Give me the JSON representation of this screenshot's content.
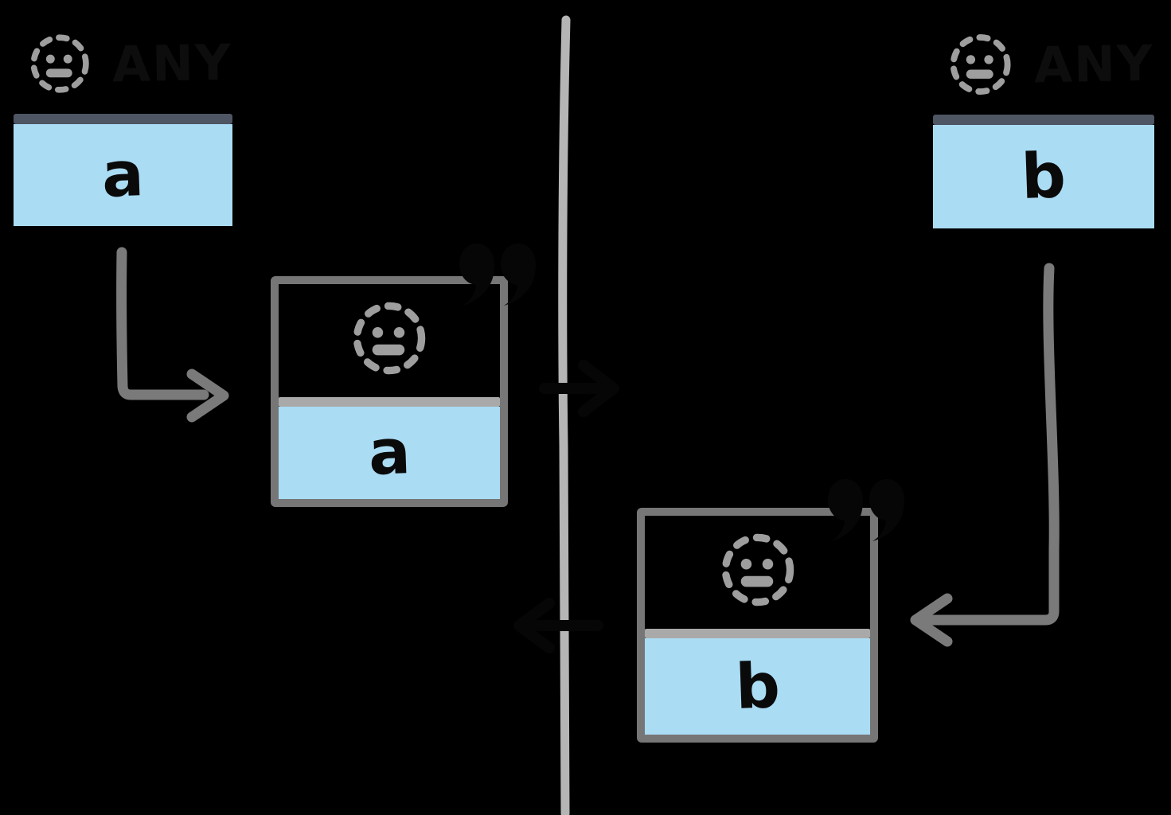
{
  "cards": {
    "left": {
      "type_label": "ANY",
      "value": "a"
    },
    "right": {
      "type_label": "ANY",
      "value": "b"
    }
  },
  "messages": {
    "left": {
      "value": "a",
      "quote_mark": "”"
    },
    "right": {
      "value": "b",
      "quote_mark": "”"
    }
  },
  "icons": {
    "face": "dashed-smiley-face",
    "quote": "heavy-double-quote"
  },
  "colors": {
    "background": "#000000",
    "value_fill": "#aadcf4",
    "card_divider": "#4e5563",
    "box_border": "#767676",
    "box_divider": "#a9a9a9",
    "smiley": "#9e9e9e",
    "connector_gray": "#7a7a7a",
    "boundary_line": "#b5b5b5",
    "ink": "#0a0a0a"
  }
}
